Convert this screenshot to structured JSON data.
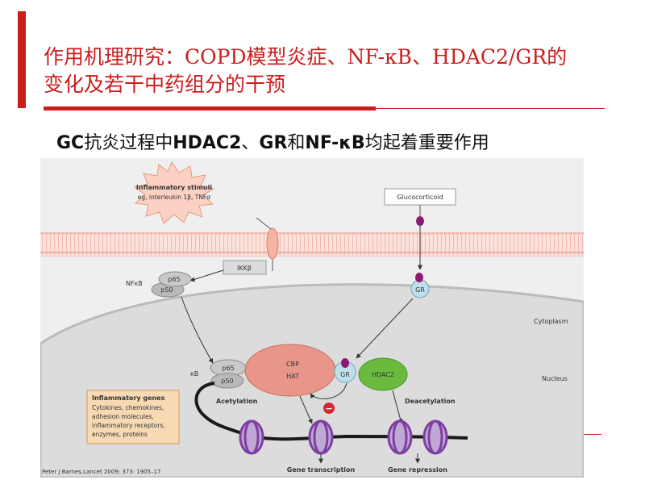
{
  "slide": {
    "title_line1": "作用机理研究：COPD模型炎症、NF-κB、HDAC2/GR的",
    "title_line2": "变化及若干中药组分的干预",
    "subtitle_parts": [
      "GC",
      "抗炎过程中",
      "HDAC2",
      "、",
      "GR",
      "和",
      "NF-κB",
      "均起着重要作用"
    ]
  },
  "figure": {
    "stimuli_title": "Inflammatory stimuli",
    "stimuli_sub": "eg, interleukin 1β, TNFα",
    "ikkb": "IKKβ",
    "nfkb_label": "NFκB",
    "p65": "p65",
    "p50": "p50",
    "glucocorticoid": "Glucocorticoid",
    "gr": "GR",
    "cytoplasm": "Cytoplasm",
    "nucleus": "Nucleus",
    "cbp": "CBP",
    "hat": "HAT",
    "hdac2": "HDAC2",
    "kb_label": "κB",
    "acetylation": "Acetylation",
    "deacetylation": "Deacetylation",
    "genes_title": "Inflammatory genes",
    "genes_lines": [
      "Cytokines, chemokines,",
      "adhesion molecules,",
      "inflammatory receptors,",
      "enzymes, proteins"
    ],
    "gene_transcription": "Gene transcription",
    "gene_repression": "Gene repression",
    "citation": "Peter J Barnes,Lancet 2009; 373: 1905–17",
    "minus": "−"
  },
  "colors": {
    "accent_red": "#cc1d1d",
    "membrane": "#f2b8ae",
    "cbp_fill": "#e8958a",
    "hdac2_fill": "#6abb3d",
    "receptor_fill": "#bfe0ea",
    "ligand_fill": "#8b1a72",
    "chromatin": "#7d3fa0",
    "genes_box": "#f7d9b4"
  }
}
